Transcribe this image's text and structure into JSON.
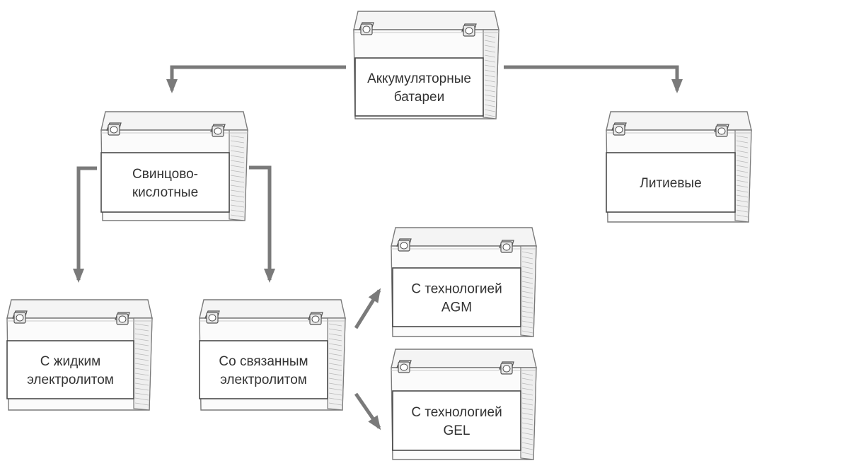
{
  "diagram": {
    "nodes": [
      {
        "id": "batteries",
        "lines": [
          "Аккумуляторные",
          "батареи"
        ]
      },
      {
        "id": "lead-acid",
        "lines": [
          "Свинцово-",
          "кислотные"
        ]
      },
      {
        "id": "lithium",
        "lines": [
          "Литиевые"
        ]
      },
      {
        "id": "liquid-electrolyte",
        "lines": [
          "С жидким",
          "электролитом"
        ]
      },
      {
        "id": "bound-electrolyte",
        "lines": [
          "Со связанным",
          "электролитом"
        ]
      },
      {
        "id": "agm",
        "lines": [
          "С технологией",
          "AGM"
        ]
      },
      {
        "id": "gel",
        "lines": [
          "С технологией",
          "GEL"
        ]
      }
    ],
    "edges": [
      {
        "from": "batteries",
        "to": "lead-acid"
      },
      {
        "from": "batteries",
        "to": "lithium"
      },
      {
        "from": "lead-acid",
        "to": "liquid-electrolyte"
      },
      {
        "from": "lead-acid",
        "to": "bound-electrolyte"
      },
      {
        "from": "bound-electrolyte",
        "to": "agm"
      },
      {
        "from": "bound-electrolyte",
        "to": "gel"
      }
    ],
    "colors": {
      "connector": "#7a7a7a",
      "outline": "#4a4a4a",
      "text": "#333333"
    }
  }
}
